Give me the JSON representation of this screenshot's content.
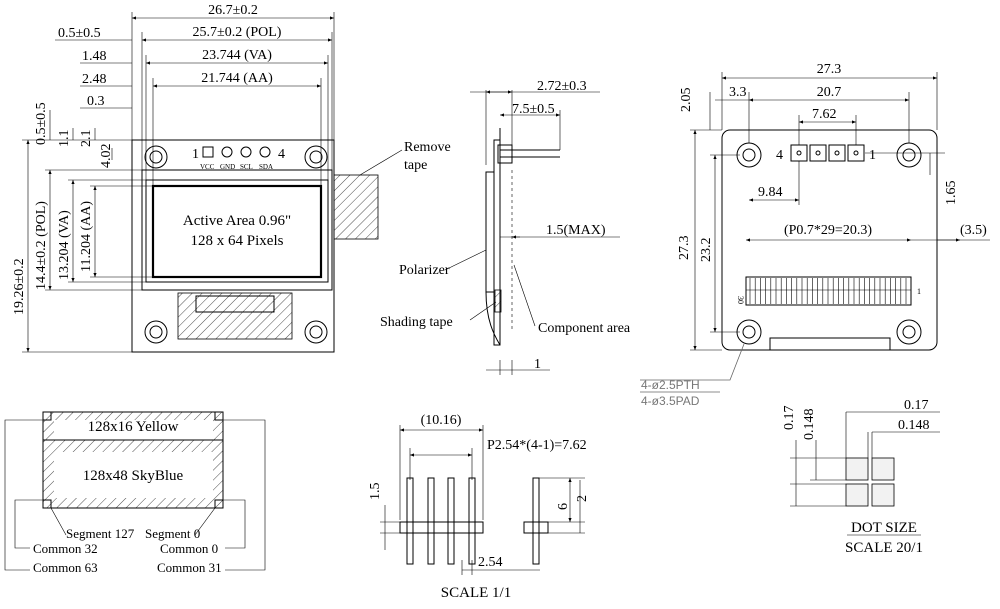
{
  "front_view": {
    "dim_overall_width": "26.7±0.2",
    "dim_pol_offset": "0.5±0.5",
    "dim_pol_width": "25.7±0.2 (POL)",
    "dim_va_offset": "1.48",
    "dim_va_width": "23.744 (VA)",
    "dim_aa_offset": "2.48",
    "dim_aa_width": "21.744 (AA)",
    "dim_edge": "0.3",
    "dim_top_pol": "0.5±0.5",
    "dim_top_va": "1.1",
    "dim_top_aa": "2.1",
    "dim_top_pin": "4.02",
    "dim_overall_height": "19.26±0.2",
    "dim_pol_height": "14.4±0.2 (POL)",
    "dim_va_height": "13.204 (VA)",
    "dim_aa_height": "11.204 (AA)",
    "active_area_line1": "Active Area 0.96\"",
    "active_area_line2": "128 x 64 Pixels",
    "pin_first": "1",
    "pin_last": "4",
    "pin_labels": [
      "VCC",
      "GND",
      "SCL",
      "SDA"
    ],
    "remove_tape_line1": "Remove",
    "remove_tape_line2": "tape"
  },
  "side_view": {
    "dim_thickness": "2.72±0.3",
    "dim_pin": "7.5±0.5",
    "dim_max": "1.5(MAX)",
    "dim_bottom": "1",
    "label_polarizer": "Polarizer",
    "label_shading_tape": "Shading tape",
    "label_component_area": "Component area"
  },
  "back_view": {
    "dim_width": "27.3",
    "dim_top": "2.05",
    "dim_hole_offset": "3.3",
    "dim_hole_pitch": "20.7",
    "dim_pin_span": "7.62",
    "dim_pin_offset": "9.84",
    "dim_pin_vertical": "1.65",
    "dim_height": "27.3",
    "dim_fpc_height": "23.2",
    "dim_fpc_pitch": "(P0.7*29=20.3)",
    "dim_fpc_side": "(3.5)",
    "pin_left": "4",
    "pin_right": "1",
    "fpc_left": "30",
    "fpc_right": "1",
    "note_pth": "4-ø2.5PTH",
    "note_pad": "4-ø3.5PAD"
  },
  "display_layout": {
    "yellow_area": "128x16 Yellow",
    "blue_area": "128x48 SkyBlue",
    "segment_127": "Segment 127",
    "segment_0": "Segment 0",
    "common_32": "Common 32",
    "common_0": "Common 0",
    "common_63": "Common 63",
    "common_31": "Common 31"
  },
  "pin_header": {
    "dim_width": "(10.16)",
    "dim_pitch_total": "P2.54*(4-1)=7.62",
    "dim_height": "1.5",
    "dim_pin_length": "6",
    "dim_pin_base": "2",
    "dim_pitch": "2.54"
  },
  "dot_size": {
    "dim_v1": "0.17",
    "dim_v2": "0.148",
    "dim_h1": "0.17",
    "dim_h2": "0.148",
    "title": "DOT SIZE",
    "scale": "SCALE 20/1"
  },
  "scale_main": "SCALE 1/1"
}
